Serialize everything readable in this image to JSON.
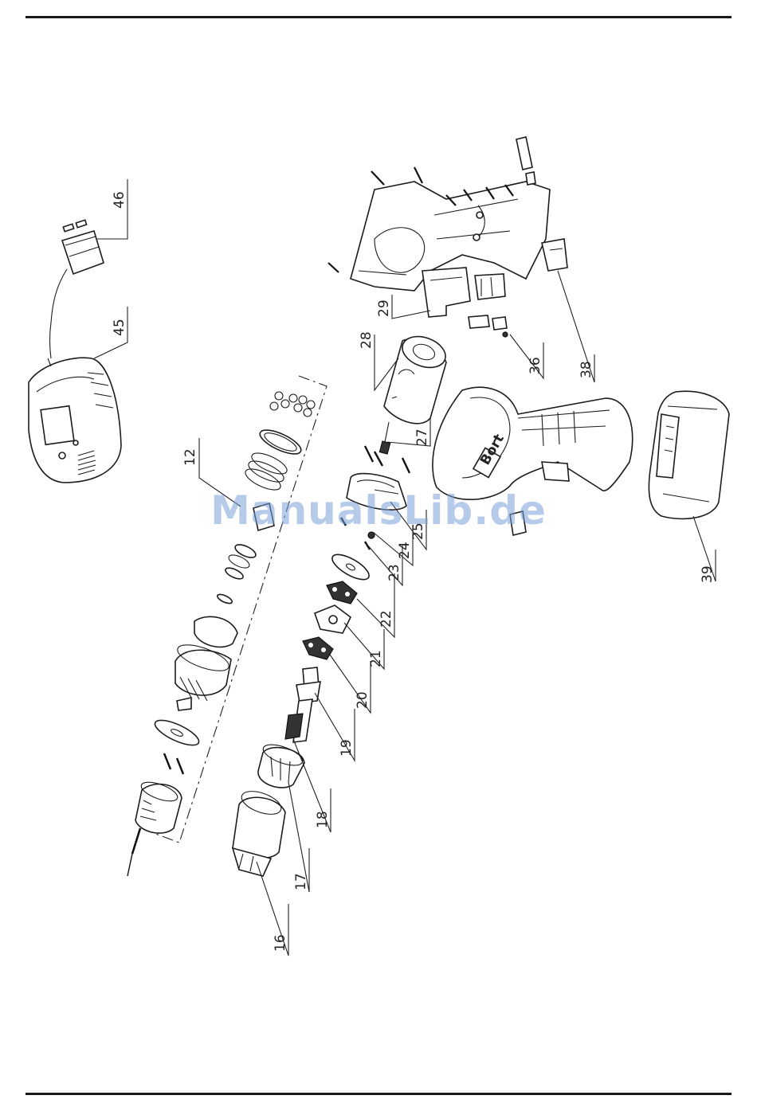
{
  "callouts": {
    "c46": "46",
    "c45": "45",
    "c12": "12",
    "c29": "29",
    "c28": "28",
    "c27": "27",
    "c36": "36",
    "c38": "38",
    "c25": "25",
    "c24": "24",
    "c23": "23",
    "c22": "22",
    "c21": "21",
    "c20": "20",
    "c19": "19",
    "c18": "18",
    "c17": "17",
    "c16": "16",
    "c39": "39"
  },
  "brand_label": "Bort",
  "watermark": "ManualsLib.de"
}
